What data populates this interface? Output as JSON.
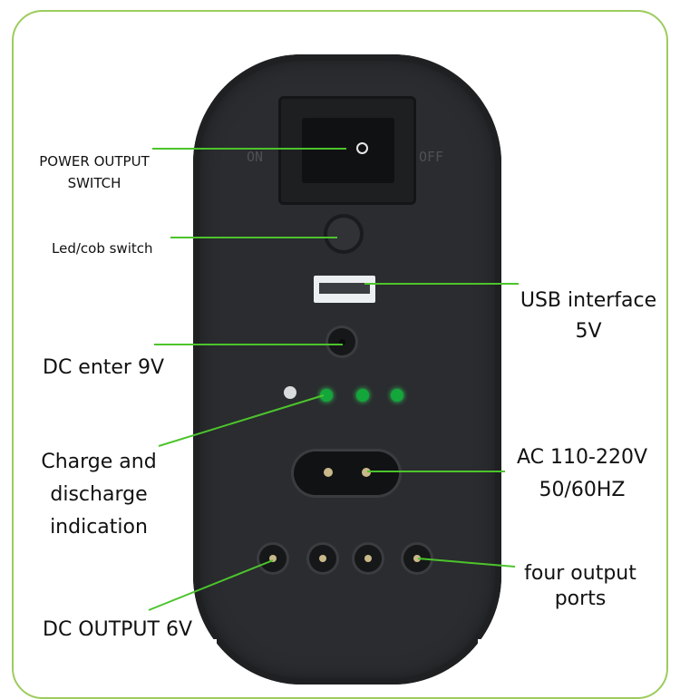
{
  "labels": {
    "power_switch": [
      "POWER OUTPUT",
      "SWITCH"
    ],
    "led_switch": "Led/cob switch",
    "usb": [
      "USB interface",
      "5V"
    ],
    "dc_enter": "DC enter 9V",
    "charge": [
      "Charge and",
      "discharge",
      "indication"
    ],
    "ac": [
      "AC 110-220V",
      "50/60HZ"
    ],
    "output_ports": [
      "four output",
      "ports"
    ],
    "dc_output": "DC OUTPUT 6V"
  },
  "colors": {
    "frame": "#9dcc5c",
    "leader_line": "#4cc42c",
    "device_body": "#2a2c2f",
    "led_green": "#13a63a"
  },
  "icons": {
    "switch": "rocker-switch-icon",
    "button": "round-push-button-icon",
    "usb": "usb-port-icon"
  }
}
